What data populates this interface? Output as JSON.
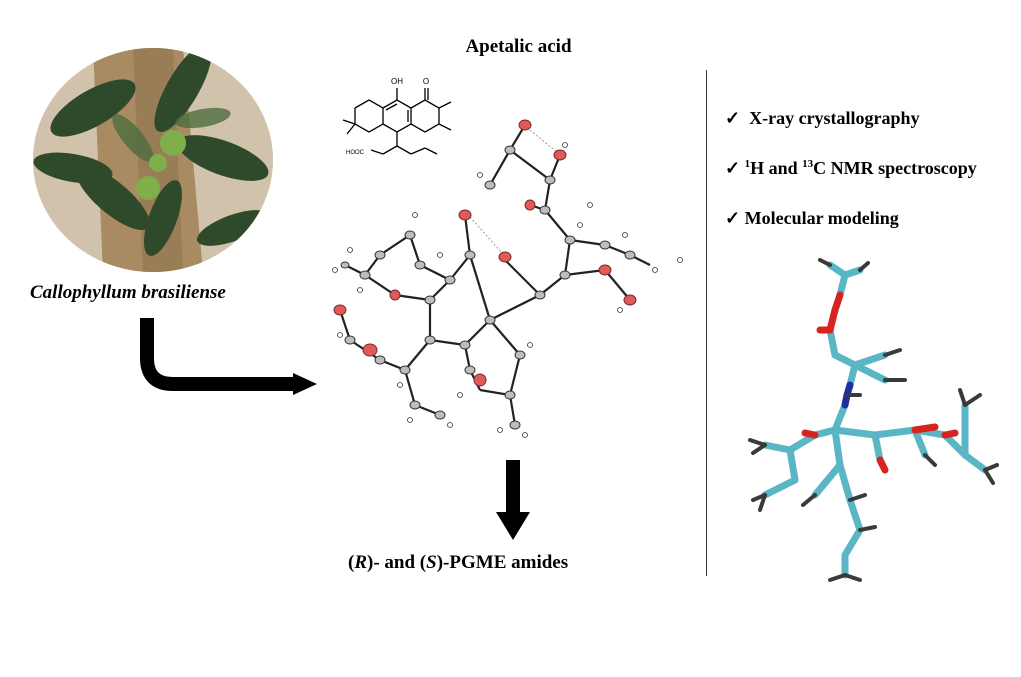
{
  "title": "Apetalic acid",
  "species": "Callophyllum brasiliense",
  "methods": [
    {
      "check": "✓",
      "pre": "",
      "sup1": "",
      "mid": "X-ray crystallography",
      "sup2": "",
      "post": ""
    },
    {
      "check": "✓",
      "pre": "",
      "sup1": "1",
      "mid": "H and ",
      "sup2": "13",
      "post": "C NMR spectroscopy"
    },
    {
      "check": "✓",
      "pre": "",
      "sup1": "",
      "mid": "Molecular modeling",
      "sup2": "",
      "post": ""
    }
  ],
  "product": {
    "p1": "(",
    "r": "R",
    "p2": ")- and (",
    "s": "S",
    "p3": ")-PGME amides"
  },
  "structure_labels": {
    "oh": "OH",
    "o": "O",
    "cooh": "HOOC"
  },
  "colors": {
    "arrow": "#000000",
    "ortep_oxygen": "#e05a5a",
    "ortep_carbon": "#555555",
    "model_carbon": "#5ab6c4",
    "model_oxygen": "#d8241f",
    "model_nitrogen": "#1f2fa0",
    "model_hydrogen": "#3a3a3a",
    "leaf": "#2f4a2a",
    "bark": "#9a8058",
    "fruit": "#7fae4a"
  }
}
